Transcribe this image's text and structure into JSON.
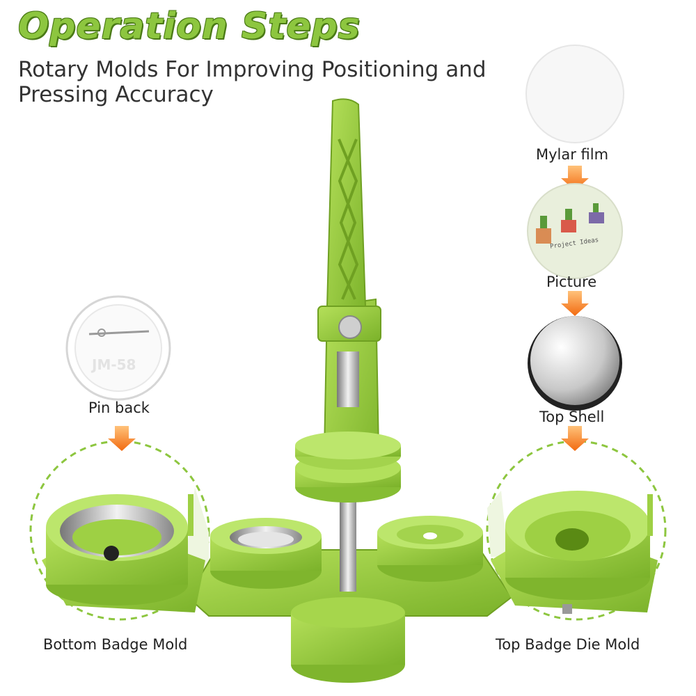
{
  "title": "Operation Steps",
  "subtitle": "Rotary Molds For Improving Positioning and Pressing Accuracy",
  "labels": {
    "mylar": "Mylar film",
    "picture": "Picture",
    "top_shell": "Top Shell",
    "pin_back": "Pin back",
    "bottom_mold": "Bottom Badge Mold",
    "top_mold": "Top Badge Die Mold"
  },
  "pin_back_stamp": "JM-58",
  "picture_caption": "Project Ideas",
  "colors": {
    "accent_green": "#8dc63f",
    "arrow_orange": "#f7941d",
    "text_dark": "#333333"
  }
}
